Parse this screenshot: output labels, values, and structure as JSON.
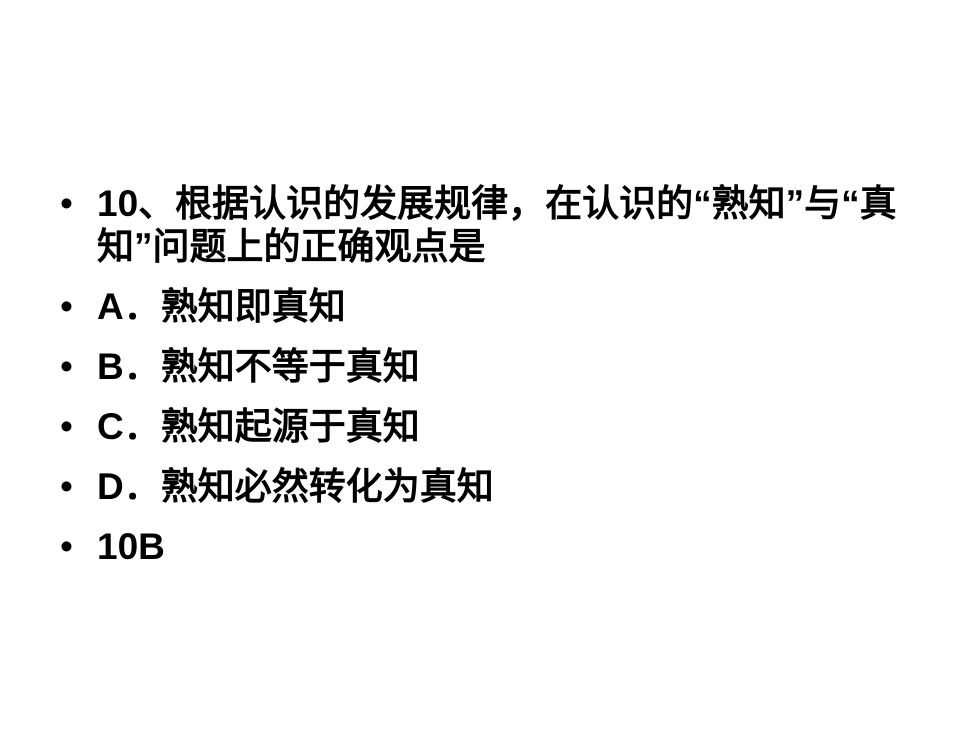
{
  "slide": {
    "items": [
      {
        "text": "10、根据认识的发展规律，在认识的“熟知”与“真知”问题上的正确观点是"
      },
      {
        "text": "A．熟知即真知"
      },
      {
        "text": "B．熟知不等于真知"
      },
      {
        "text": "C．熟知起源于真知"
      },
      {
        "text": "D．熟知必然转化为真知"
      },
      {
        "text": "10B"
      }
    ],
    "bullet_glyph": "•"
  }
}
